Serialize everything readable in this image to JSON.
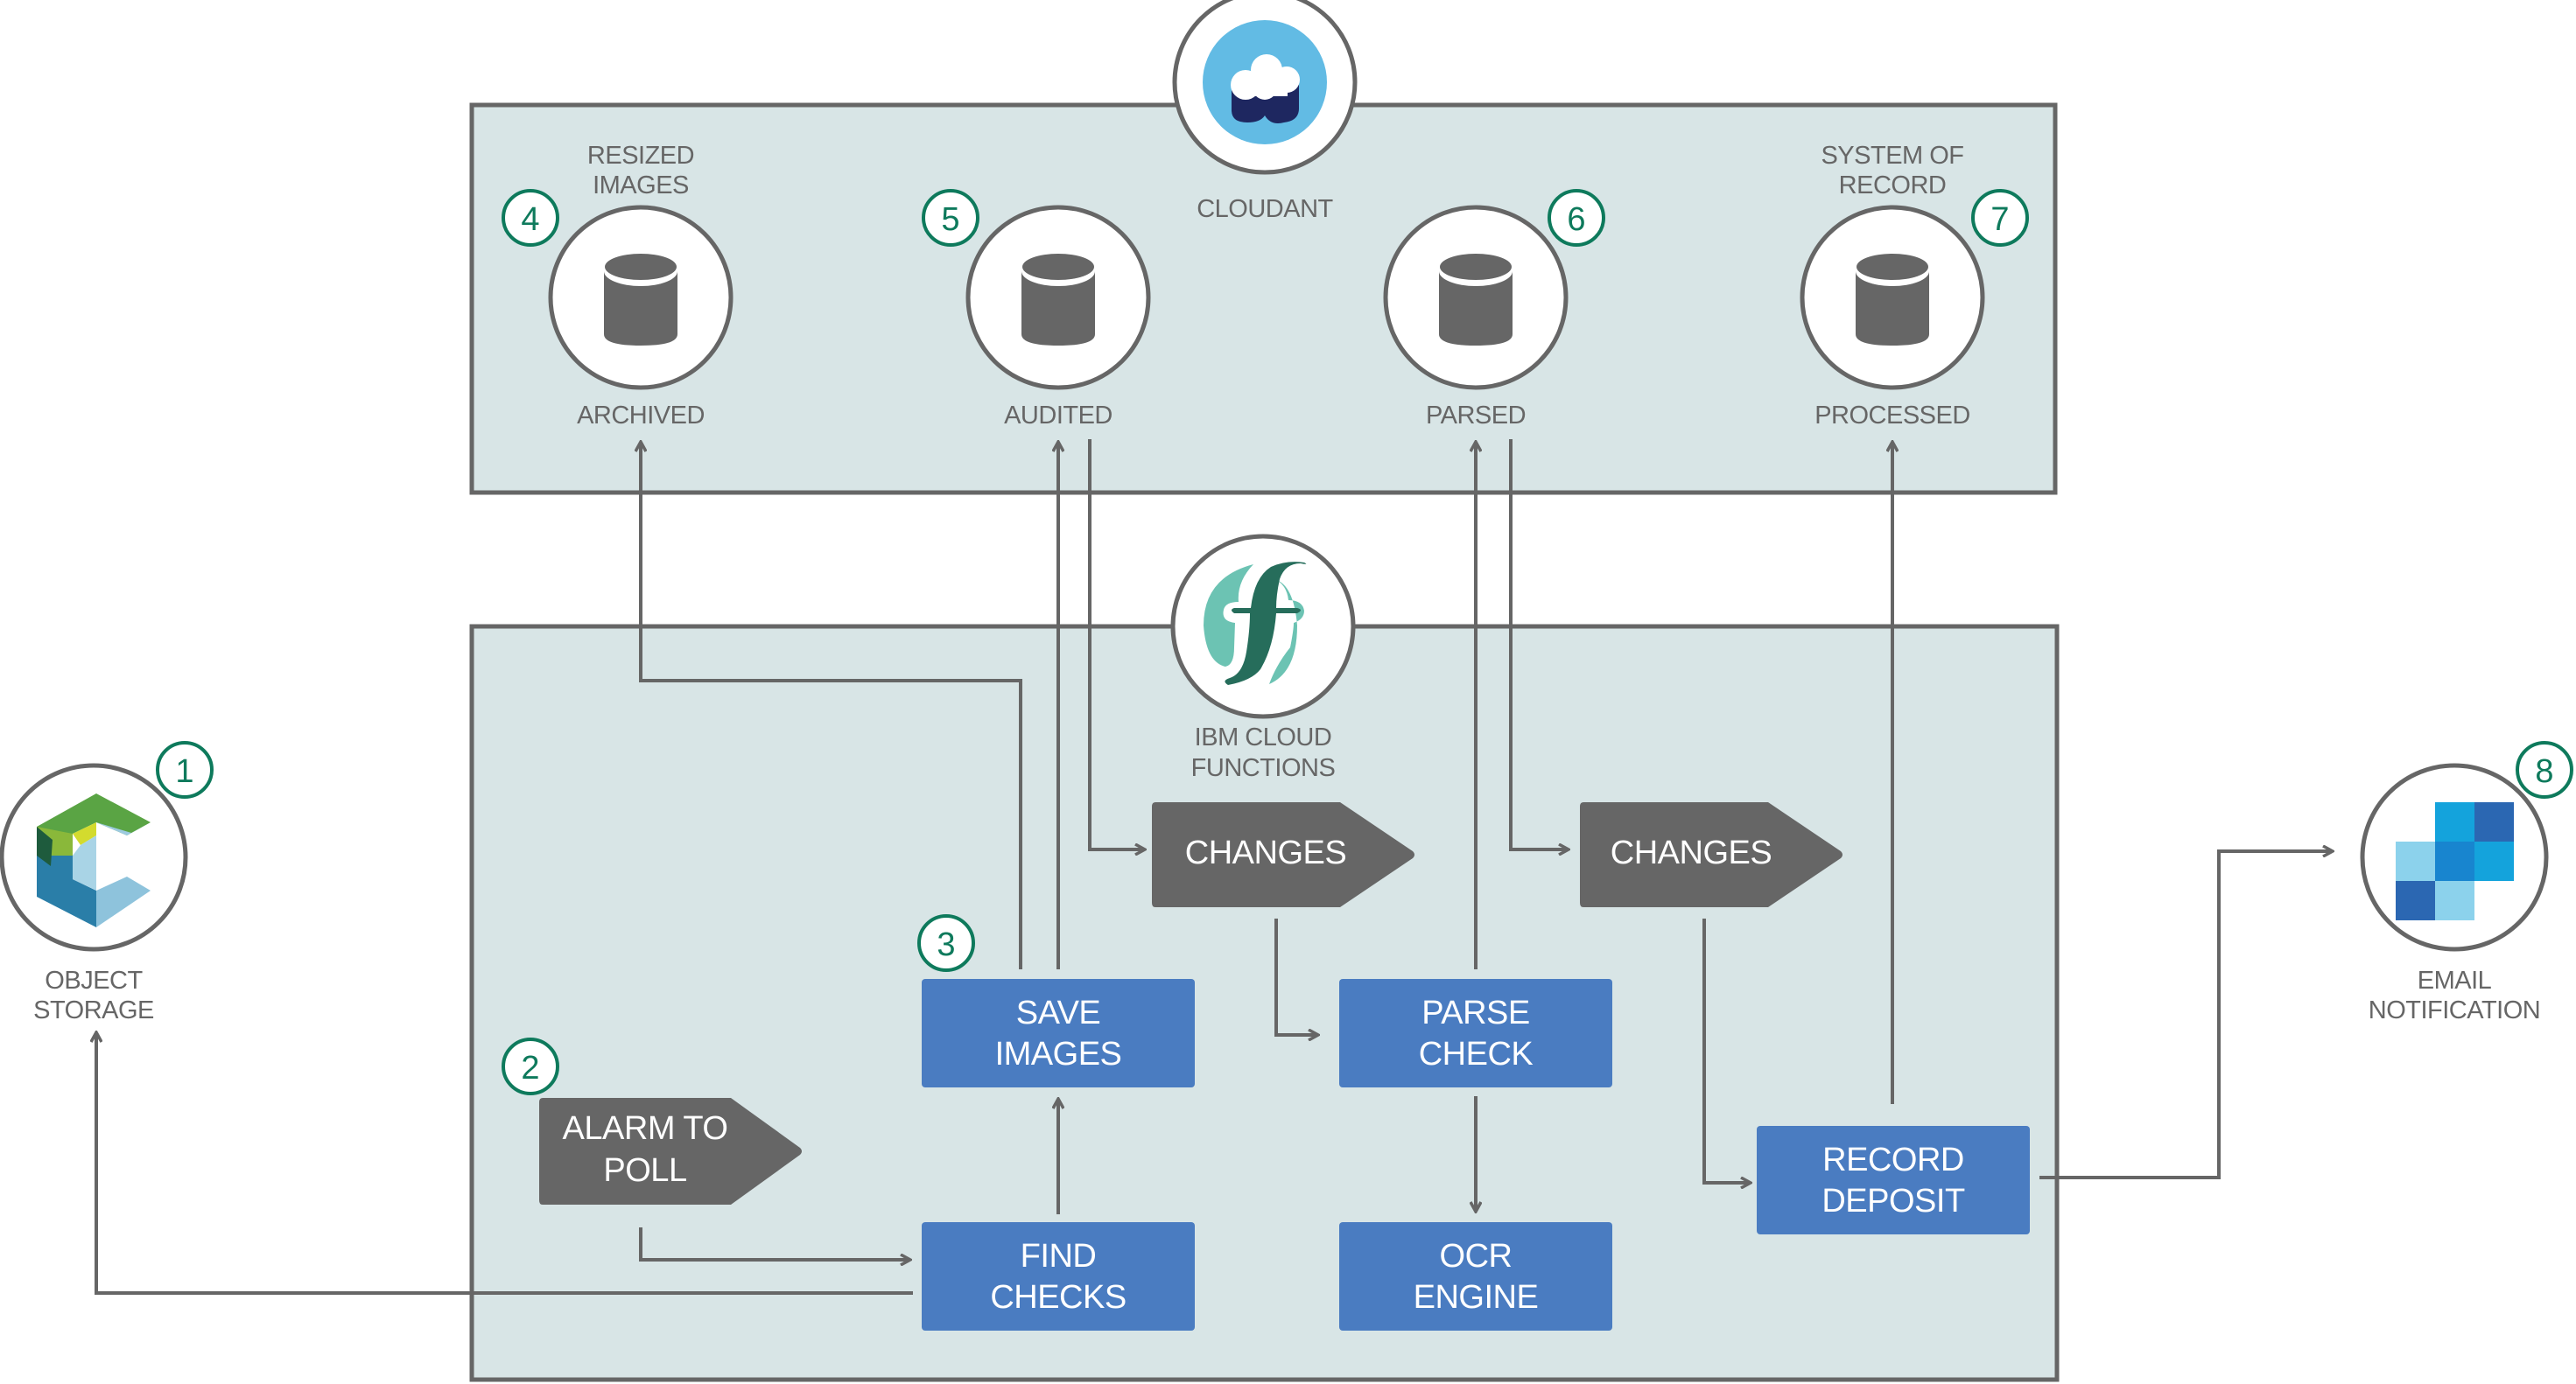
{
  "colors": {
    "panel_bg": "#d8e5e6",
    "border": "#666666",
    "action_box": "#4a7cc1",
    "trigger_tag": "#666666",
    "step_badge": "#0e7a5c",
    "cloudant_blue": "#62bbe4",
    "cloudant_navy": "#1e2760",
    "functions_light": "#6cc3b3",
    "functions_dark": "#266d5b"
  },
  "services": {
    "cloudant": {
      "label": "CLOUDANT",
      "icon": "cloudant-icon"
    },
    "functions": {
      "label_line1": "IBM CLOUD",
      "label_line2": "FUNCTIONS",
      "icon": "functions-icon"
    },
    "object_storage": {
      "label_line1": "OBJECT",
      "label_line2": "STORAGE",
      "icon": "object-storage-icon",
      "step": "1"
    },
    "email": {
      "label_line1": "EMAIL",
      "label_line2": "NOTIFICATION",
      "icon": "email-notification-icon",
      "step": "8"
    }
  },
  "databases": [
    {
      "name": "ARCHIVED",
      "caption_line1": "RESIZED",
      "caption_line2": "IMAGES",
      "step": "4"
    },
    {
      "name": "AUDITED",
      "caption_line1": "",
      "caption_line2": "",
      "step": "5"
    },
    {
      "name": "PARSED",
      "caption_line1": "",
      "caption_line2": "",
      "step": "6"
    },
    {
      "name": "PROCESSED",
      "caption_line1": "SYSTEM OF",
      "caption_line2": "RECORD",
      "step": "7"
    }
  ],
  "triggers": [
    {
      "line1": "ALARM TO",
      "line2": "POLL",
      "step": "2"
    },
    {
      "line1": "CHANGES",
      "line2": ""
    },
    {
      "line1": "CHANGES",
      "line2": ""
    }
  ],
  "actions": [
    {
      "line1": "SAVE",
      "line2": "IMAGES",
      "step": "3"
    },
    {
      "line1": "FIND",
      "line2": "CHECKS"
    },
    {
      "line1": "PARSE",
      "line2": "CHECK"
    },
    {
      "line1": "OCR",
      "line2": "ENGINE"
    },
    {
      "line1": "RECORD",
      "line2": "DEPOSIT"
    }
  ]
}
